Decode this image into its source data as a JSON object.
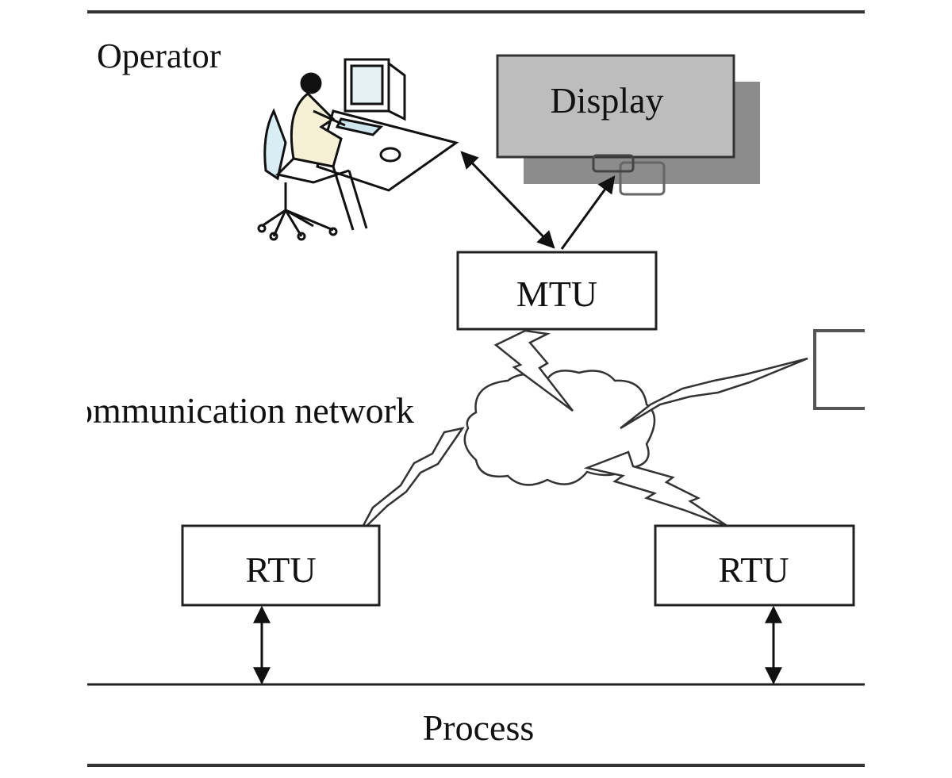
{
  "labels": {
    "operator": "Operator",
    "display": "Display",
    "mtu": "MTU",
    "network": "Communication network",
    "rtu_left": "RTU",
    "rtu_right": "RTU",
    "process": "Process"
  },
  "colors": {
    "display_fill": "#bdbdbd",
    "display_shadow": "#8c8c8c",
    "line": "#222222"
  },
  "icons": [
    "operator-at-computer-icon",
    "cloud-icon",
    "lightning-link-icon"
  ]
}
